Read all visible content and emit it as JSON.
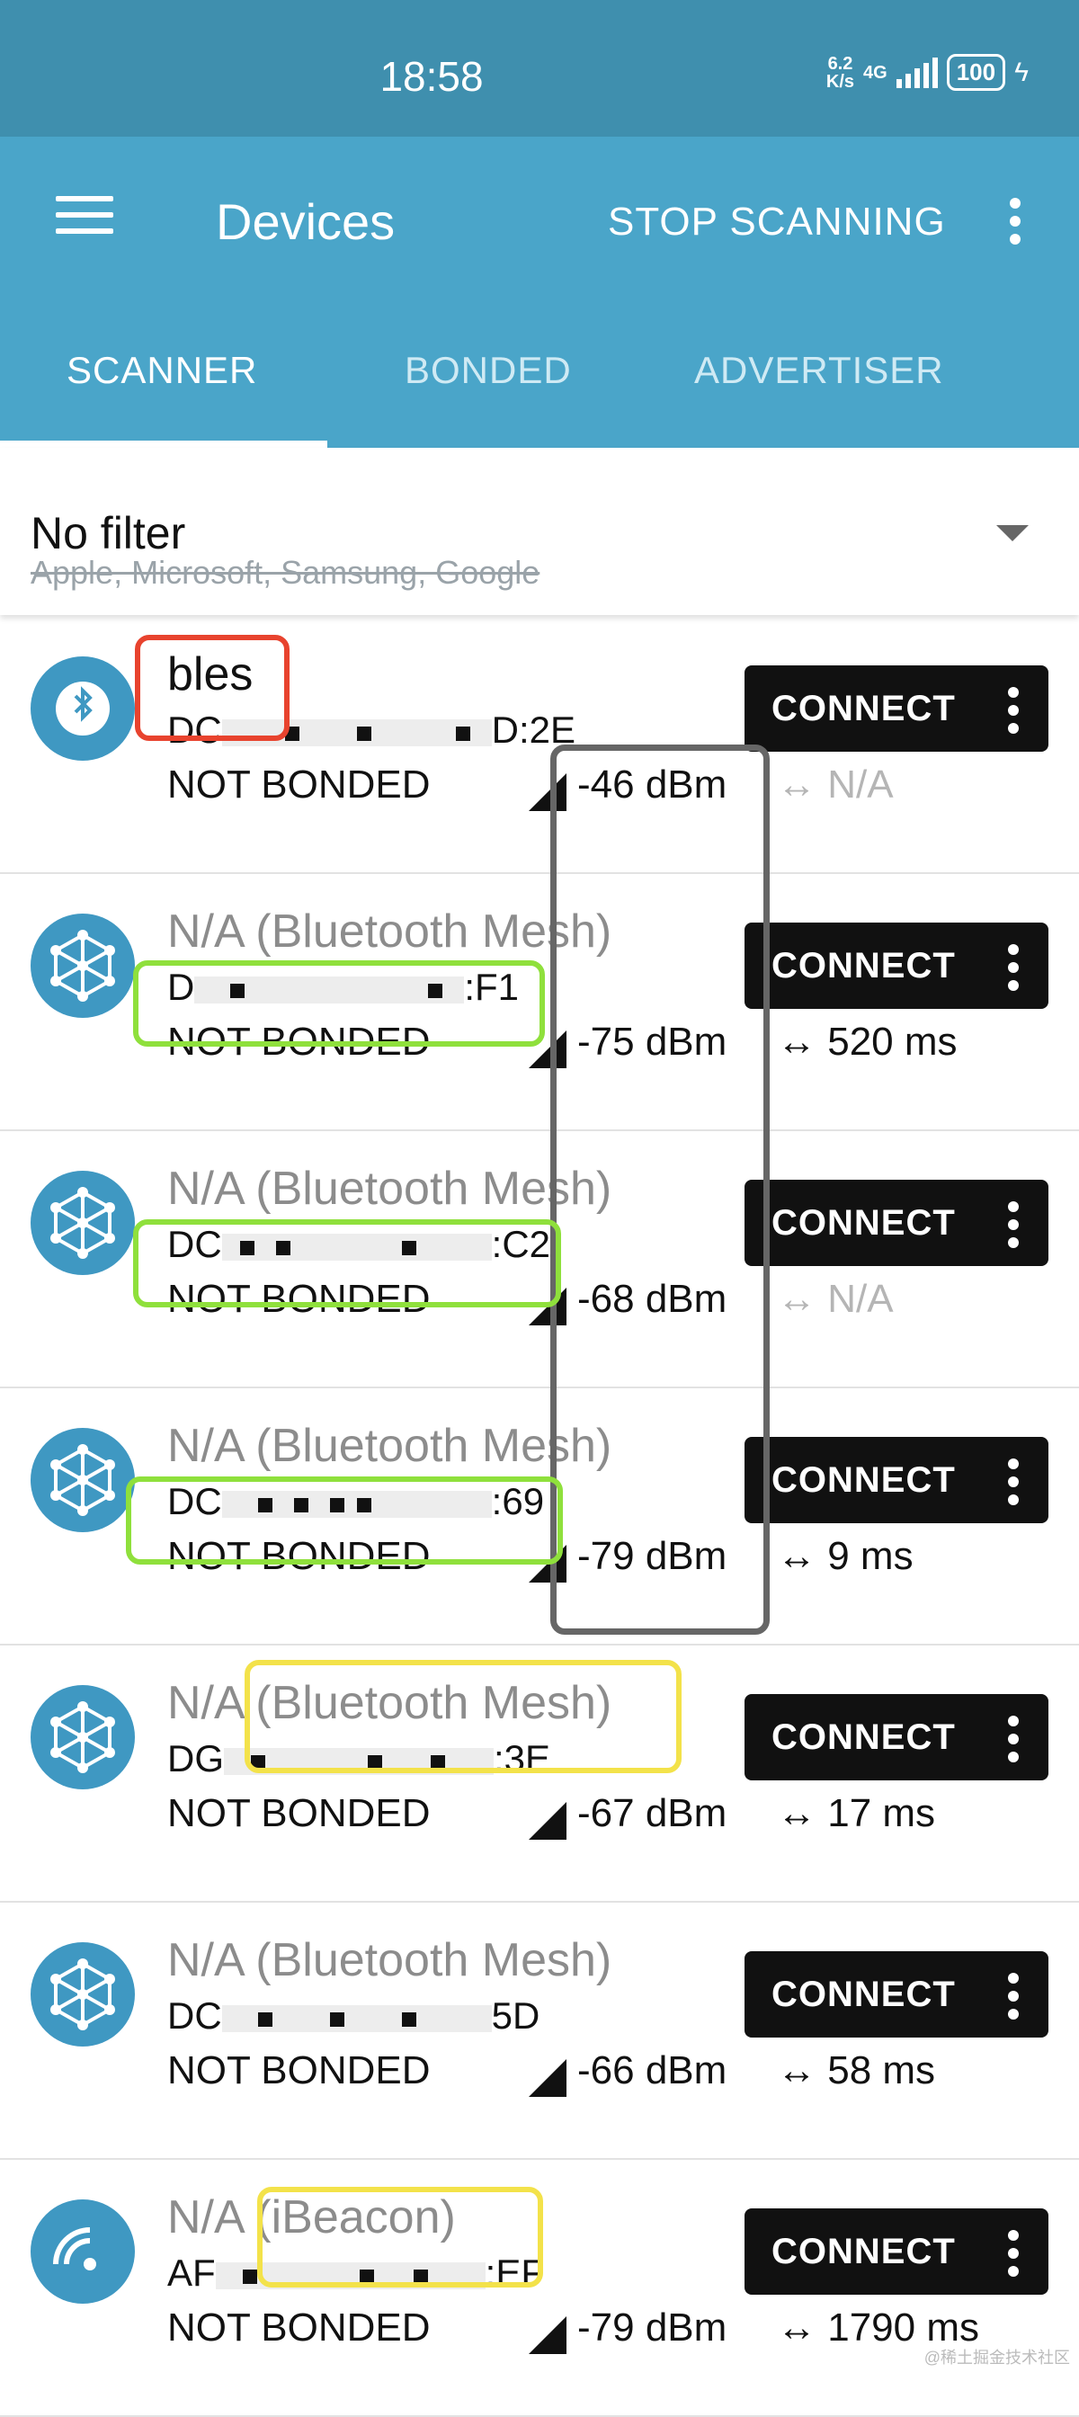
{
  "status_bar": {
    "time": "18:58",
    "net_speed_value": "6.2",
    "net_speed_unit": "K/s",
    "network": "4G",
    "battery": "100"
  },
  "app_bar": {
    "title": "Devices",
    "action": "STOP SCANNING",
    "more_icon": "more-vert-icon",
    "menu_icon": "hamburger-menu-icon"
  },
  "tabs": [
    {
      "label": "SCANNER",
      "active": true
    },
    {
      "label": "BONDED",
      "active": false
    },
    {
      "label": "ADVERTISER",
      "active": false
    }
  ],
  "filter": {
    "title": "No filter",
    "subtitle": "Apple, Microsoft, Samsung, Google"
  },
  "devices": [
    {
      "name": "bles",
      "type": "",
      "addr_start": "DC",
      "addr_end": "D:2E",
      "bond": "NOT BONDED",
      "rssi": "-46 dBm",
      "interval": "N/A",
      "interval_na": true,
      "icon": "bluetooth-icon",
      "connect": "CONNECT"
    },
    {
      "name": "N/A",
      "type": "(Bluetooth Mesh)",
      "addr_start": "D",
      "addr_end": ":F1",
      "bond": "NOT BONDED",
      "rssi": "-75 dBm",
      "interval": "520 ms",
      "interval_na": false,
      "icon": "mesh-network-icon",
      "connect": "CONNECT"
    },
    {
      "name": "N/A",
      "type": "(Bluetooth Mesh)",
      "addr_start": "DC",
      "addr_end": ":C2",
      "bond": "NOT BONDED",
      "rssi": "-68 dBm",
      "interval": "N/A",
      "interval_na": true,
      "icon": "mesh-network-icon",
      "connect": "CONNECT"
    },
    {
      "name": "N/A",
      "type": "(Bluetooth Mesh)",
      "addr_start": "DC",
      "addr_end": ":69",
      "bond": "NOT BONDED",
      "rssi": "-79 dBm",
      "interval": "9 ms",
      "interval_na": false,
      "icon": "mesh-network-icon",
      "connect": "CONNECT"
    },
    {
      "name": "N/A",
      "type": "(Bluetooth Mesh)",
      "addr_start": "DG",
      "addr_end": ":3E",
      "bond": "NOT BONDED",
      "rssi": "-67 dBm",
      "interval": "17 ms",
      "interval_na": false,
      "icon": "mesh-network-icon",
      "connect": "CONNECT"
    },
    {
      "name": "N/A",
      "type": "(Bluetooth Mesh)",
      "addr_start": "DC",
      "addr_end": "5D",
      "bond": "NOT BONDED",
      "rssi": "-66 dBm",
      "interval": "58 ms",
      "interval_na": false,
      "icon": "mesh-network-icon",
      "connect": "CONNECT"
    },
    {
      "name": "N/A",
      "type": "(iBeacon)",
      "addr_start": "AF",
      "addr_end": ":EF",
      "bond": "NOT BONDED",
      "rssi": "-79 dBm",
      "interval": "1790 ms",
      "interval_na": false,
      "icon": "beacon-icon",
      "connect": "CONNECT"
    }
  ],
  "interval_arrow": "↔",
  "colors": {
    "status_bar": "#3f8fae",
    "app_bar": "#4aa5c9",
    "highlight_name": "#e8432e",
    "highlight_address": "#8fe03c",
    "highlight_rssi": "#666666",
    "highlight_type": "#f3e24a"
  },
  "watermark": "@稀土掘金技术社区"
}
